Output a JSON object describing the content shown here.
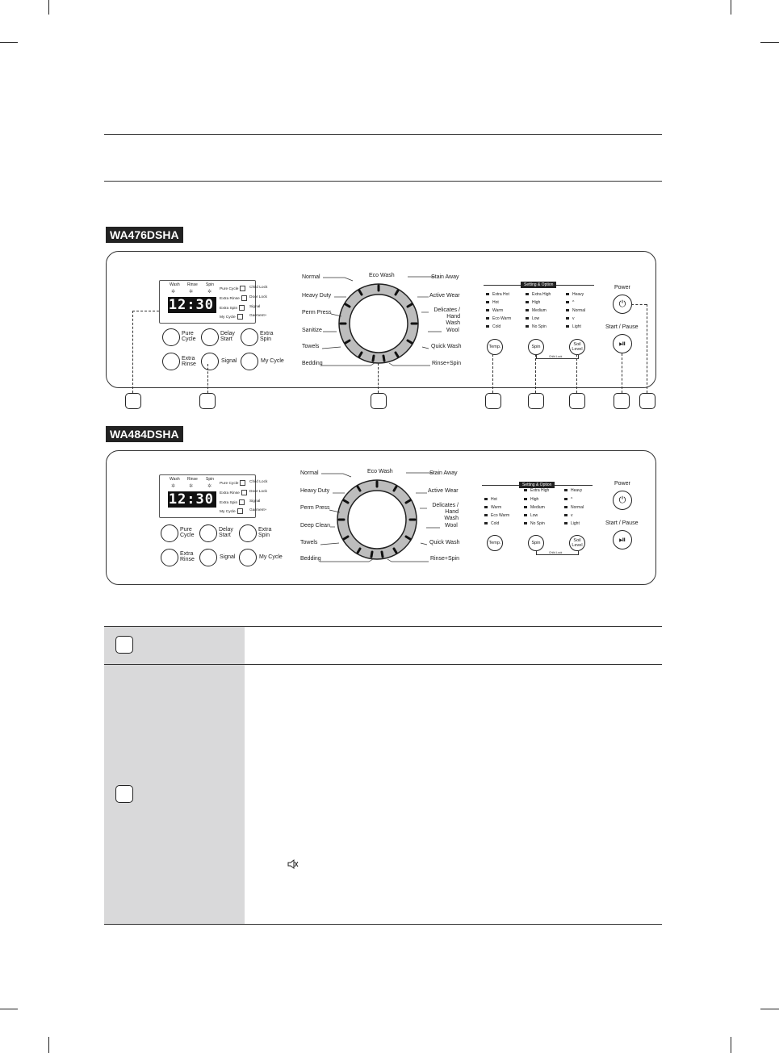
{
  "models": {
    "first": "WA476DSHA",
    "second": "WA484DSHA"
  },
  "display": {
    "wash": "Wash",
    "rinse": "Rinse",
    "spin": "Spin",
    "time": "12:30",
    "indicators_left_a": [
      "Pure Cycle",
      "Extra Rinse",
      "Extra Spin",
      "My Cycle"
    ],
    "indicators_right_a": [
      "Child Lock",
      "Door Lock",
      "Signal",
      "Garment+"
    ],
    "indicators_left_b": [
      "Pure Cycle",
      "Extra Rinse",
      "Extra Spin",
      "My Cycle"
    ],
    "indicators_right_b": [
      "Child Lock",
      "Door Lock",
      "Signal",
      "Garment+"
    ]
  },
  "buttons": {
    "pure_cycle": "Pure Cycle",
    "delay_start": "Delay Start",
    "extra_spin": "Extra Spin",
    "extra_rinse": "Extra Rinse",
    "signal": "Signal",
    "my_cycle": "My Cycle"
  },
  "dial_a": {
    "top": "Eco Wash",
    "left": [
      "Normal",
      "Heavy Duty",
      "Perm Press",
      "Sanitize",
      "Towels",
      "Bedding"
    ],
    "right": [
      "Stain Away",
      "Active Wear",
      "Delicates / Hand Wash",
      "Wool",
      "Quick Wash",
      "Rinse+Spin"
    ]
  },
  "dial_b": {
    "top": "Eco Wash",
    "left": [
      "Normal",
      "Heavy Duty",
      "Perm Press",
      "Deep Clean",
      "Towels",
      "Bedding"
    ],
    "right": [
      "Stain Away",
      "Active Wear",
      "Delicates / Hand Wash",
      "Wool",
      "Quick Wash",
      "Rinse+Spin"
    ]
  },
  "options": {
    "header": "Setting & Option",
    "temp_a": [
      "Extra Hot",
      "Hot",
      "Warm",
      "Eco Warm",
      "Cold"
    ],
    "temp_b": [
      "Hot",
      "Warm",
      "Eco Warm",
      "Cold"
    ],
    "spin": [
      "Extra High",
      "High",
      "Medium",
      "Low",
      "No Spin"
    ],
    "soil": [
      "Heavy",
      "^",
      "Normal",
      "v",
      "Light"
    ],
    "temp_btn": "Temp.",
    "spin_btn": "Spin",
    "soil_btn": "Soil Level",
    "child_lock": "Child Lock"
  },
  "power": {
    "power_label": "Power",
    "start_label": "Start / Pause",
    "power_icon": "power-icon",
    "play_icon": "play-pause-icon"
  },
  "table": {
    "row_icon": "mute-icon"
  }
}
